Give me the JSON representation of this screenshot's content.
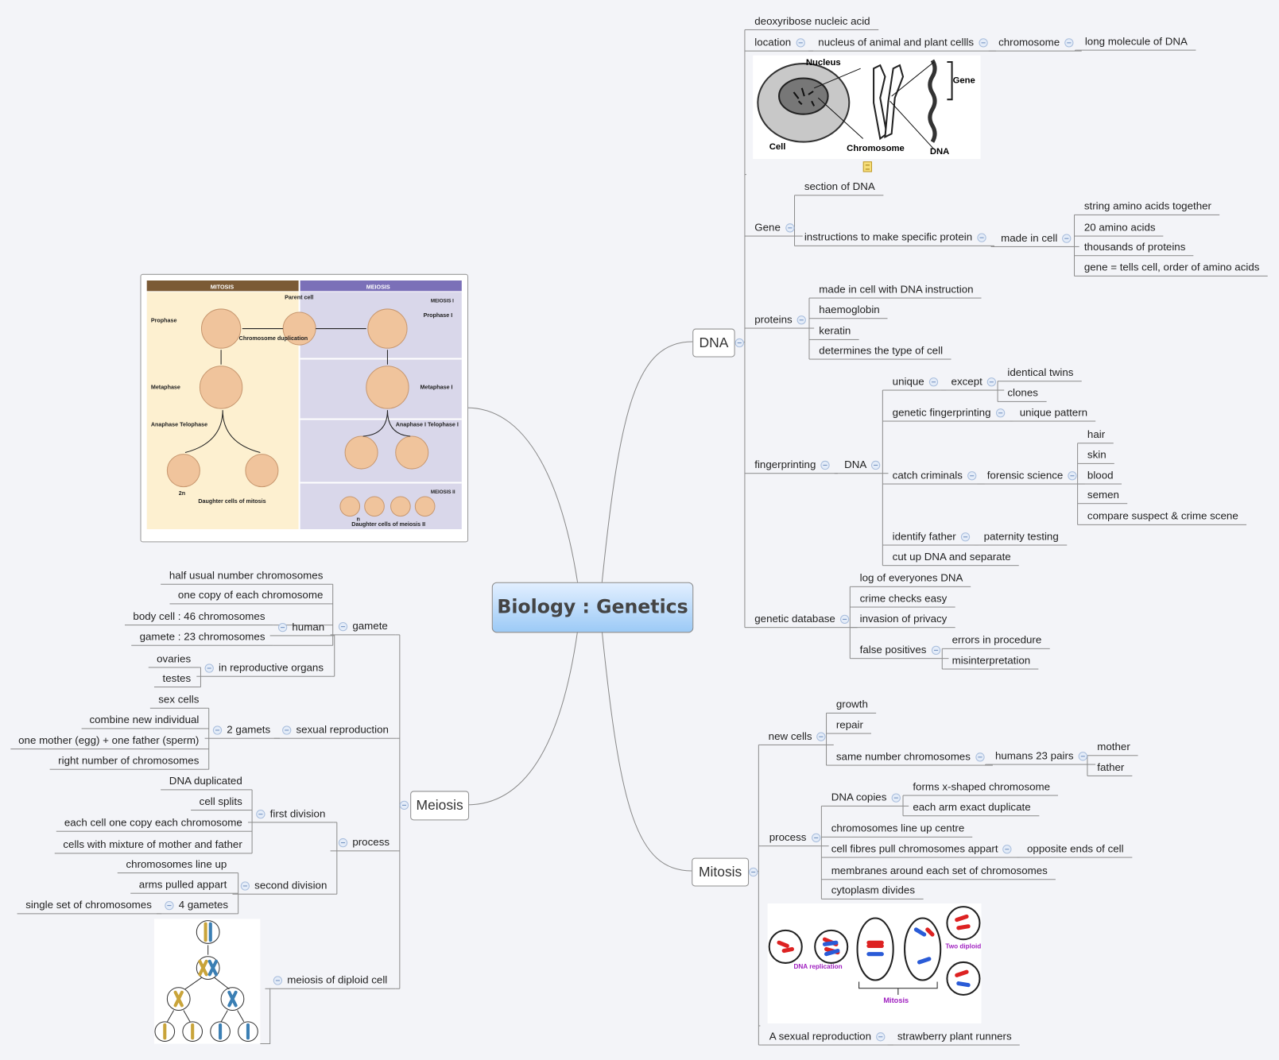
{
  "root": {
    "title": "Biology : Genetics"
  },
  "colors": {
    "root_top": "#e2efff",
    "root_bottom": "#9ccaf6",
    "mitosis_header": "#7b5a35",
    "meiosis_header": "#7b70b8",
    "mitosis_panel": "#fdf0d0",
    "meiosis_panel": "#d9d7ea",
    "label_purple": "#a020c0"
  },
  "branches": [
    {
      "label": "DNA",
      "children": [
        {
          "label": "deoxyribose nucleic acid"
        },
        {
          "label": "location",
          "children": [
            {
              "label": "nucleus of animal and plant cellls",
              "children": [
                {
                  "label": "chromosome",
                  "children": [
                    {
                      "label": "long molecule of DNA"
                    }
                  ]
                }
              ]
            }
          ]
        },
        {
          "label": "Gene",
          "children": [
            {
              "label": "section of DNA"
            },
            {
              "label": "instructions to make specific protein",
              "children": [
                {
                  "label": "made in cell",
                  "children": [
                    {
                      "label": "string amino acids together"
                    },
                    {
                      "label": "20 amino acids"
                    },
                    {
                      "label": "thousands of proteins"
                    },
                    {
                      "label": "gene = tells cell, order of amino acids"
                    }
                  ]
                }
              ]
            }
          ]
        },
        {
          "label": "proteins",
          "children": [
            {
              "label": "made in cell with DNA instruction"
            },
            {
              "label": "haemoglobin"
            },
            {
              "label": "keratin"
            },
            {
              "label": "determines the type of cell"
            }
          ]
        },
        {
          "label": "fingerprinting",
          "children": [
            {
              "label": "DNA",
              "children": [
                {
                  "label": "unique",
                  "children": [
                    {
                      "label": "except",
                      "children": [
                        {
                          "label": "identical twins"
                        },
                        {
                          "label": "clones"
                        }
                      ]
                    }
                  ]
                },
                {
                  "label": "genetic fingerprinting",
                  "children": [
                    {
                      "label": "unique pattern"
                    }
                  ]
                },
                {
                  "label": "catch criminals",
                  "children": [
                    {
                      "label": "forensic science",
                      "children": [
                        {
                          "label": "hair"
                        },
                        {
                          "label": "skin"
                        },
                        {
                          "label": "blood"
                        },
                        {
                          "label": "semen"
                        },
                        {
                          "label": "compare suspect & crime scene"
                        }
                      ]
                    }
                  ]
                },
                {
                  "label": "identify father",
                  "children": [
                    {
                      "label": "paternity testing"
                    }
                  ]
                },
                {
                  "label": "cut up DNA and separate"
                }
              ]
            }
          ]
        },
        {
          "label": "genetic database",
          "children": [
            {
              "label": "log of everyones DNA"
            },
            {
              "label": "crime checks easy"
            },
            {
              "label": "invasion of privacy"
            },
            {
              "label": "false positives",
              "children": [
                {
                  "label": "errors in procedure"
                },
                {
                  "label": "misinterpretation"
                }
              ]
            }
          ]
        }
      ]
    },
    {
      "label": "Mitosis",
      "children": [
        {
          "label": "new cells",
          "children": [
            {
              "label": "growth"
            },
            {
              "label": "repair"
            },
            {
              "label": "same number chromosomes",
              "children": [
                {
                  "label": "humans 23 pairs",
                  "children": [
                    {
                      "label": "mother"
                    },
                    {
                      "label": "father"
                    }
                  ]
                }
              ]
            }
          ]
        },
        {
          "label": "process",
          "children": [
            {
              "label": "DNA copies",
              "children": [
                {
                  "label": "forms x-shaped chromosome"
                },
                {
                  "label": "each arm exact duplicate"
                }
              ]
            },
            {
              "label": "chromosomes line up centre"
            },
            {
              "label": "cell fibres pull chromosomes appart",
              "children": [
                {
                  "label": "opposite ends of cell"
                }
              ]
            },
            {
              "label": "membranes around each set of chromosomes"
            },
            {
              "label": "cytoplasm divides"
            }
          ]
        },
        {
          "label": "A sexual reproduction",
          "children": [
            {
              "label": "strawberry plant runners"
            }
          ]
        }
      ]
    },
    {
      "label": "Meiosis",
      "children": [
        {
          "label": "gamete",
          "children": [
            {
              "label": "human",
              "children": [
                {
                  "label": "half usual number chromosomes"
                },
                {
                  "label": "one copy of each chromosome"
                },
                {
                  "label": "body cell : 46 chromosomes"
                },
                {
                  "label": "gamete : 23 chromosomes"
                }
              ]
            },
            {
              "label": "in reproductive organs",
              "children": [
                {
                  "label": "ovaries"
                },
                {
                  "label": "testes"
                }
              ]
            }
          ]
        },
        {
          "label": "sexual reproduction",
          "children": [
            {
              "label": "2 gamets",
              "children": [
                {
                  "label": "sex cells"
                },
                {
                  "label": "combine new individual"
                },
                {
                  "label": "one mother (egg) + one father (sperm)"
                },
                {
                  "label": "right number of chromosomes"
                }
              ]
            }
          ]
        },
        {
          "label": "process",
          "children": [
            {
              "label": "first division",
              "children": [
                {
                  "label": "DNA duplicated"
                },
                {
                  "label": "cell splits"
                },
                {
                  "label": "each cell one copy each chromosome"
                },
                {
                  "label": "cells with mixture of mother and father"
                }
              ]
            },
            {
              "label": "second division",
              "children": [
                {
                  "label": "chromosomes line up"
                },
                {
                  "label": "arms pulled appart"
                },
                {
                  "label": "4 gametes",
                  "children": [
                    {
                      "label": "single set of chromosomes"
                    }
                  ]
                }
              ]
            }
          ]
        },
        {
          "label": "meiosis of diploid cell",
          "image": true
        }
      ]
    }
  ],
  "images": {
    "dna_image": {
      "nucleus": "Nucleus",
      "cell": "Cell",
      "chromosome": "Chromosome",
      "dna": "DNA",
      "gene": "Gene"
    },
    "mitosis_image": {
      "replication": "DNA replication",
      "mitosis": "Mitosis",
      "result": "Two diploid cells"
    },
    "division_chart": {
      "mitosis": "MITOSIS",
      "meiosis": "MEIOSIS",
      "prophase": "Prophase",
      "metaphase": "Metaphase",
      "anaphase": "Anaphase Telophase",
      "prophase1": "Prophase I",
      "metaphase1": "Metaphase I",
      "anaphase1": "Anaphase I Telophase I",
      "meiosis1": "MEIOSIS I",
      "meiosis2": "MEIOSIS II",
      "parent": "Parent cell",
      "duplication": "Chromosome duplication",
      "daughter_mitosis": "Daughter cells of mitosis",
      "daughter_meiosis2": "Daughter cells of meiosis II",
      "two_n": "2n",
      "n": "n"
    }
  }
}
